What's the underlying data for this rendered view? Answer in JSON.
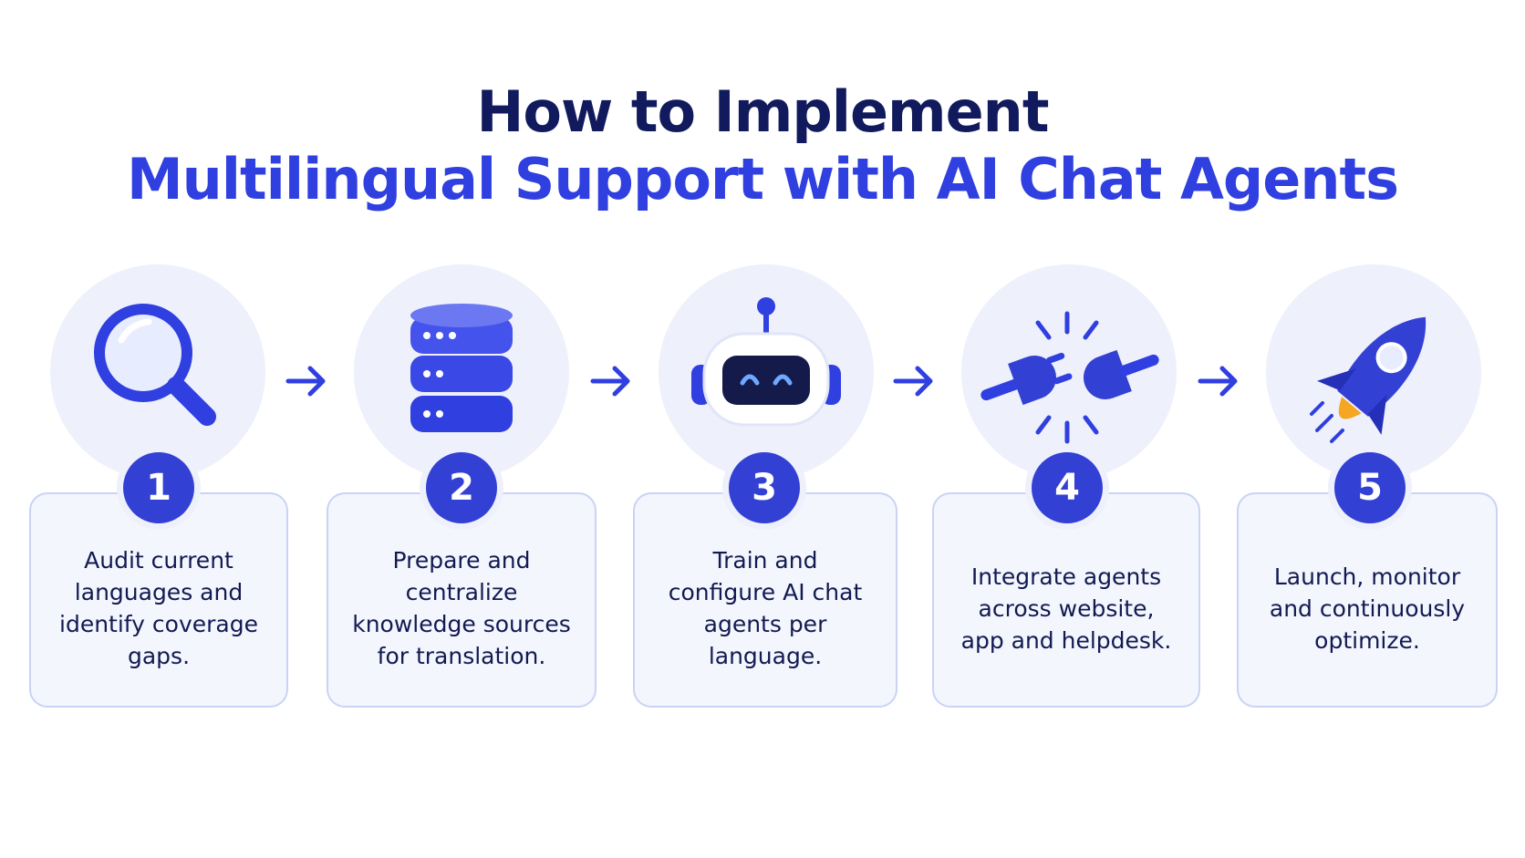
{
  "title": {
    "line1": "How to Implement",
    "line2": "Multilingual Support with AI Chat Agents"
  },
  "colors": {
    "navy": "#111a5c",
    "accent": "#2f3fe0",
    "badge": "#3340d4",
    "halo": "#eef0fb",
    "card_bg": "#f4f6fd",
    "card_border": "#c9d3f5",
    "rocket_flame": "#f5a623"
  },
  "steps": [
    {
      "number": "1",
      "icon": "magnifying-glass-icon",
      "text": "Audit current languages and identify coverage gaps."
    },
    {
      "number": "2",
      "icon": "database-icon",
      "text": "Prepare and centralize knowledge sources for translation."
    },
    {
      "number": "3",
      "icon": "robot-icon",
      "text": "Train and configure AI chat agents per language."
    },
    {
      "number": "4",
      "icon": "plug-connection-icon",
      "text": "Integrate agents across website, app and helpdesk."
    },
    {
      "number": "5",
      "icon": "rocket-icon",
      "text": "Launch, monitor and continuously optimize."
    }
  ],
  "connectors": [
    "arrow-right-icon",
    "arrow-right-icon",
    "arrow-right-icon",
    "arrow-right-icon"
  ]
}
